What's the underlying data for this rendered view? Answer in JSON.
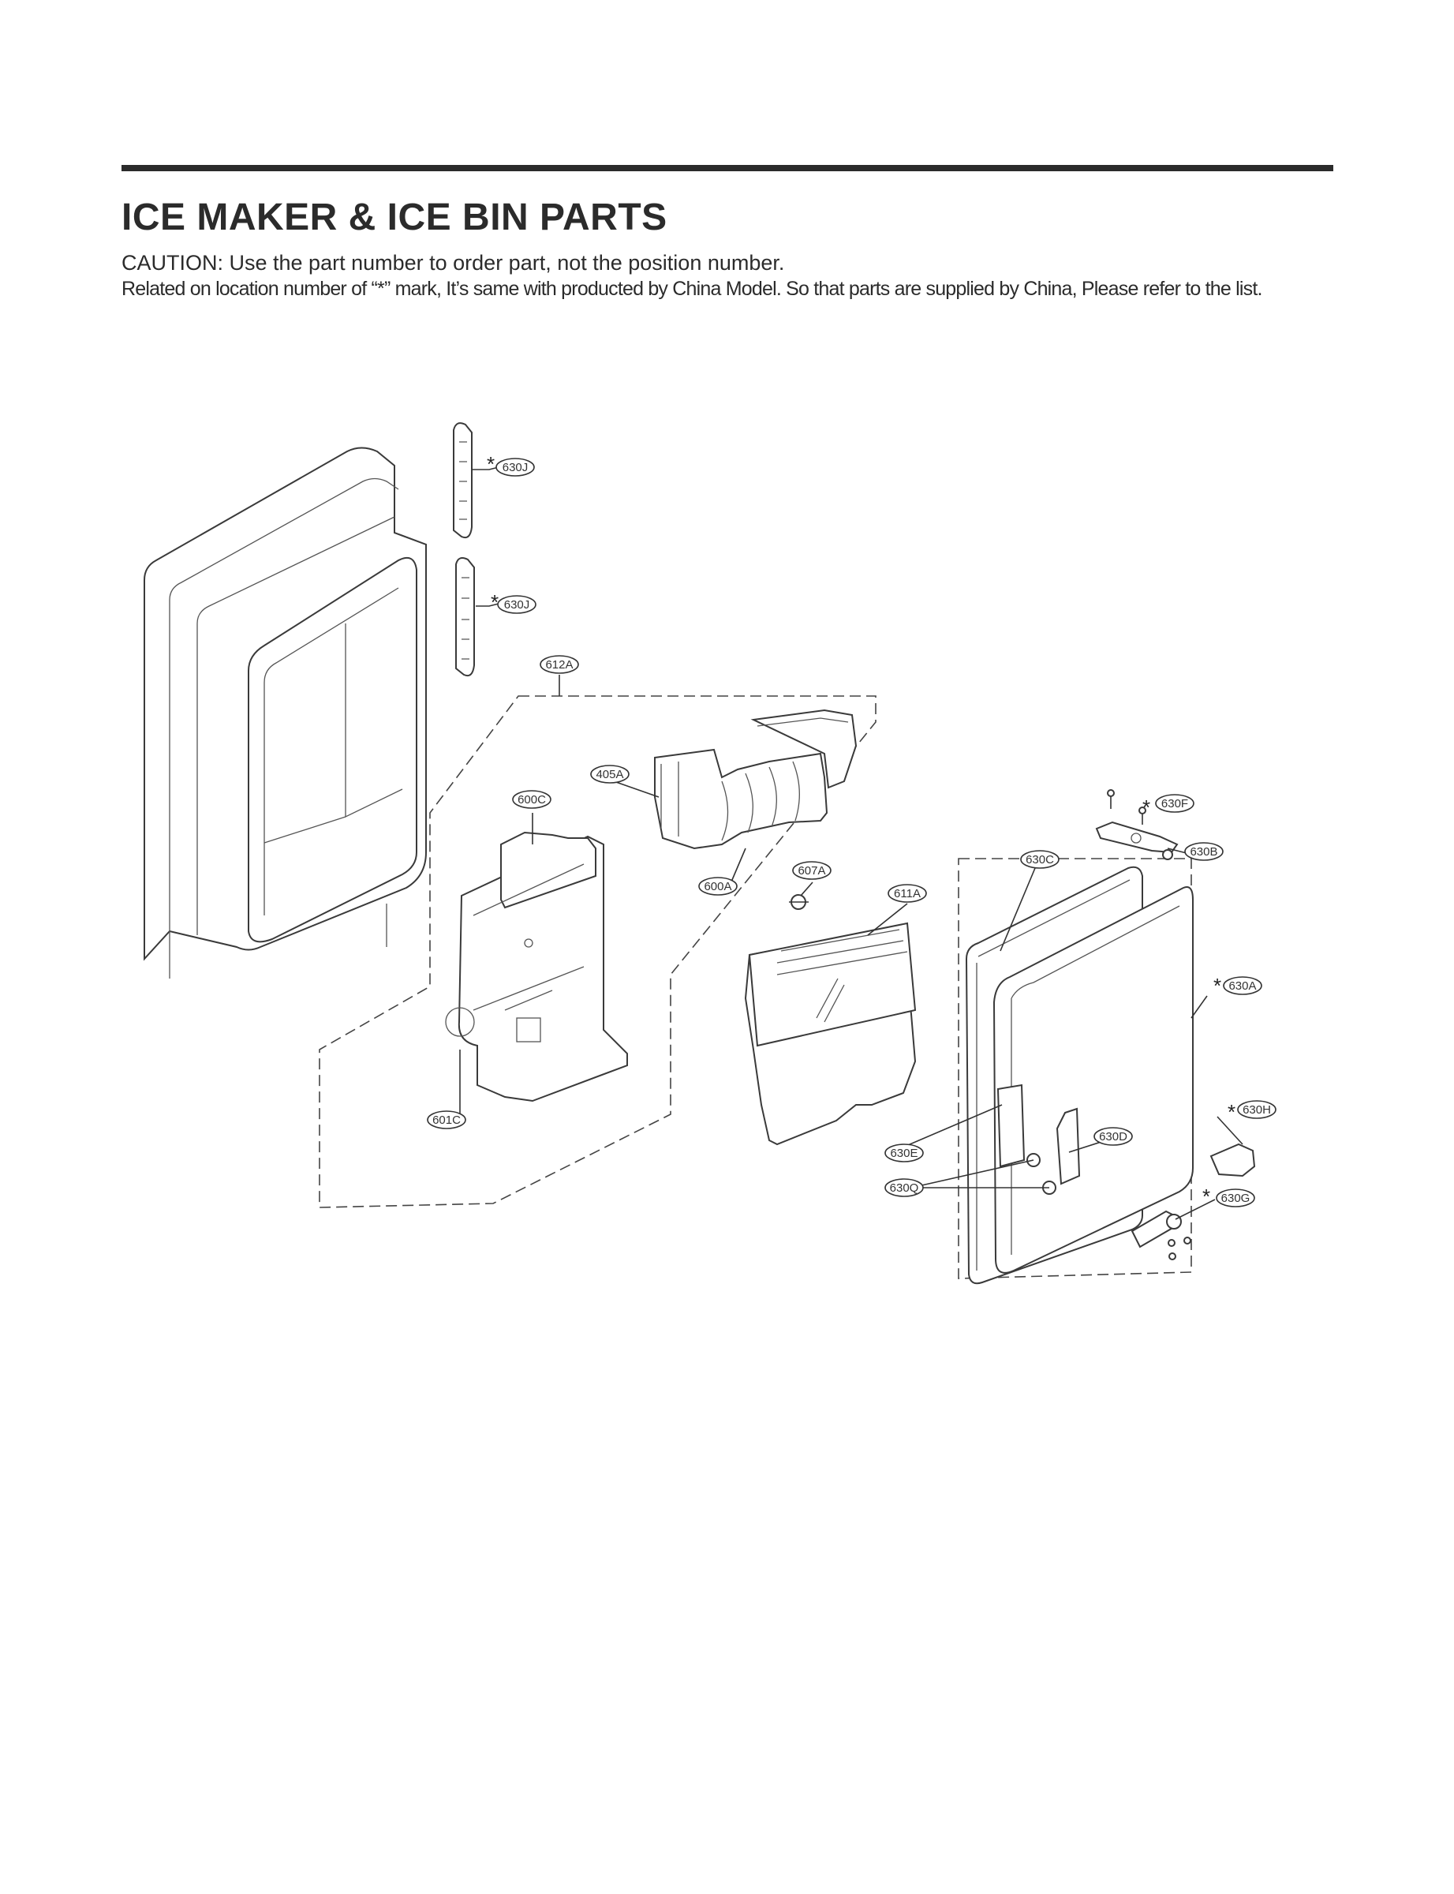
{
  "header": {
    "title": "ICE MAKER & ICE BIN PARTS",
    "caution": "CAUTION: Use the part number to order part, not the position number.",
    "note": "Related on location number of “*” mark, It’s same with producted by China Model. So that parts are supplied by China, Please refer to the list."
  },
  "callouts": {
    "c630J_top": "630J",
    "c630J_bottom": "630J",
    "c612A": "612A",
    "c405A": "405A",
    "c600C": "600C",
    "c600A": "600A",
    "c607A": "607A",
    "c611A": "611A",
    "c601C": "601C",
    "c630F": "630F",
    "c630B": "630B",
    "c630C": "630C",
    "c630A": "630A",
    "c630H": "630H",
    "c630D": "630D",
    "c630E": "630E",
    "c630Q": "630Q",
    "c630G": "630G"
  },
  "asterisk": "*"
}
